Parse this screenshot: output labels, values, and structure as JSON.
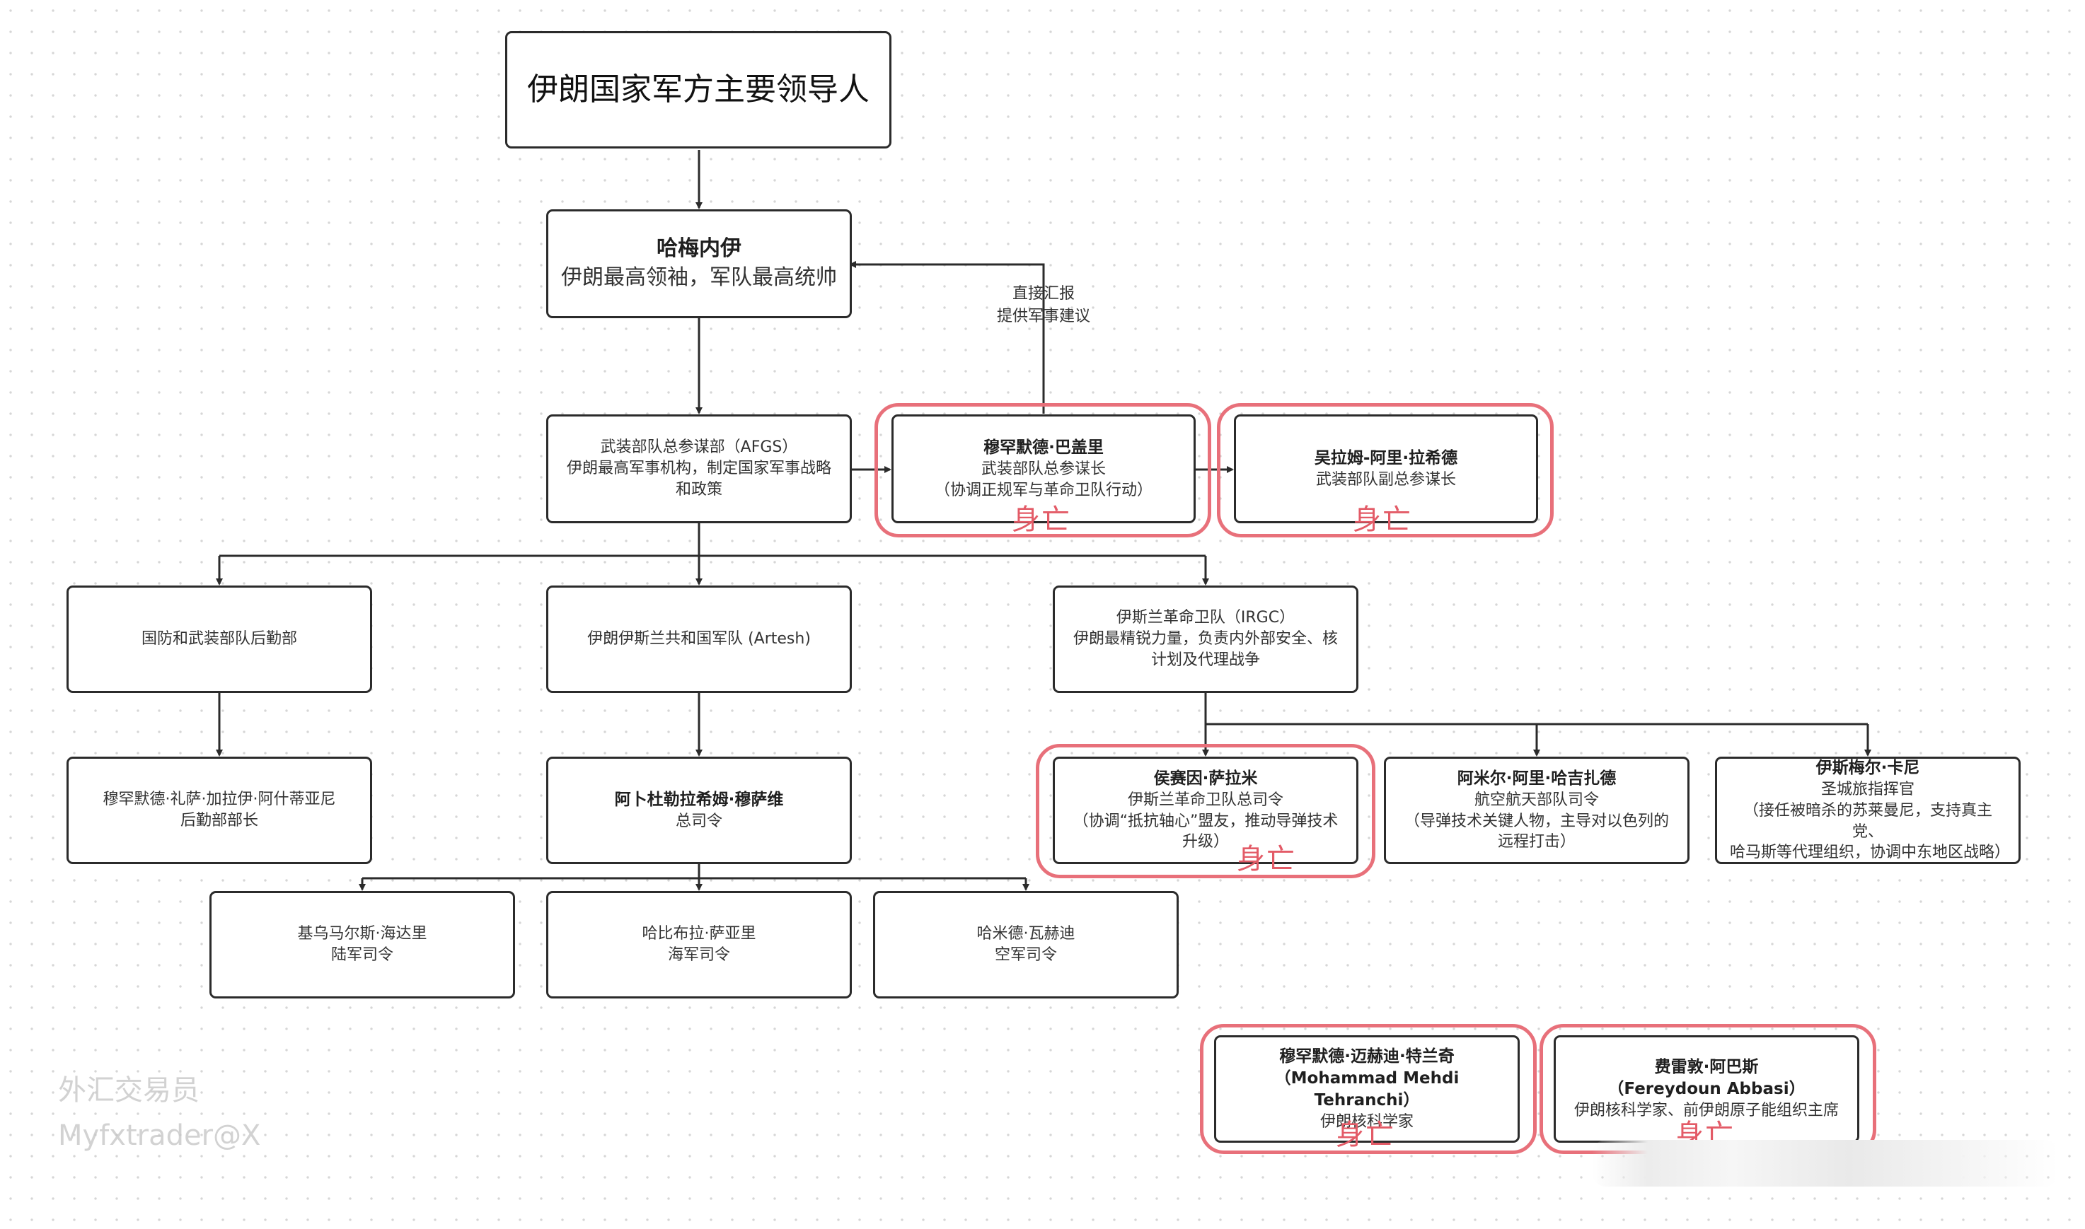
{
  "root": {
    "title": "伊朗国家军方主要领导人"
  },
  "khamenei": {
    "name": "哈梅内伊",
    "desc": "伊朗最高领袖，军队最高统帅"
  },
  "edge_label": {
    "line1": "直接汇报",
    "line2": "提供军事建议"
  },
  "afgs": {
    "line1": "武装部队总参谋部（AFGS）",
    "line2": "伊朗最高军事机构，制定国家军事战略",
    "line3": "和政策"
  },
  "bagheri": {
    "name": "穆罕默德·巴盖里",
    "role": "武装部队总参谋长",
    "note": "（协调正规军与革命卫队行动）",
    "status": "身亡"
  },
  "rashid": {
    "name": "吴拉姆-阿里·拉希德",
    "role": "武装部队副总参谋长",
    "status": "身亡"
  },
  "modafl": {
    "label": "国防和武装部队后勤部"
  },
  "artesh": {
    "label": "伊朗伊斯兰共和国军队 (Artesh)"
  },
  "irgc": {
    "line1": "伊斯兰革命卫队（IRGC）",
    "line2": "伊朗最精锐力量，负责内外部安全、核",
    "line3": "计划及代理战争"
  },
  "ashtiani": {
    "name": "穆罕默德·礼萨·加拉伊·阿什蒂亚尼",
    "role": "后勤部部长"
  },
  "mousavi": {
    "name": "阿卜杜勒拉希姆·穆萨维",
    "role": "总司令"
  },
  "salami": {
    "name": "侯赛因·萨拉米",
    "role": "伊斯兰革命卫队总司令",
    "note1": "（协调“抵抗轴心”盟友，推动导弹技术",
    "note2": "升级）",
    "status": "身亡"
  },
  "hajizadeh": {
    "name": "阿米尔·阿里·哈吉扎德",
    "role": "航空航天部队司令",
    "note1": "（导弹技术关键人物，主导对以色列的",
    "note2": "远程打击）"
  },
  "qaani": {
    "name": "伊斯梅尔·卡尼",
    "role": "圣城旅指挥官",
    "note1": "（接任被暗杀的苏莱曼尼，支持真主党、",
    "note2": "哈马斯等代理组织，协调中东地区战略）"
  },
  "heidari": {
    "name": "基乌马尔斯·海达里",
    "role": "陆军司令"
  },
  "sayyari": {
    "name": "哈比布拉·萨亚里",
    "role": "海军司令"
  },
  "vahedi": {
    "name": "哈米德·瓦赫迪",
    "role": "空军司令"
  },
  "tehranchi": {
    "name": "穆罕默德·迈赫迪·特兰奇",
    "name_en": "（Mohammad Mehdi Tehranchi）",
    "role": "伊朗核科学家",
    "status": "身亡"
  },
  "abbasi": {
    "name": "费雷敦·阿巴斯",
    "name_en": "（Fereydoun Abbasi）",
    "role": "伊朗核科学家、前伊朗原子能组织主席",
    "status": "身亡"
  },
  "watermark": {
    "line1": "外汇交易员",
    "line2": "Myfxtrader@X"
  }
}
